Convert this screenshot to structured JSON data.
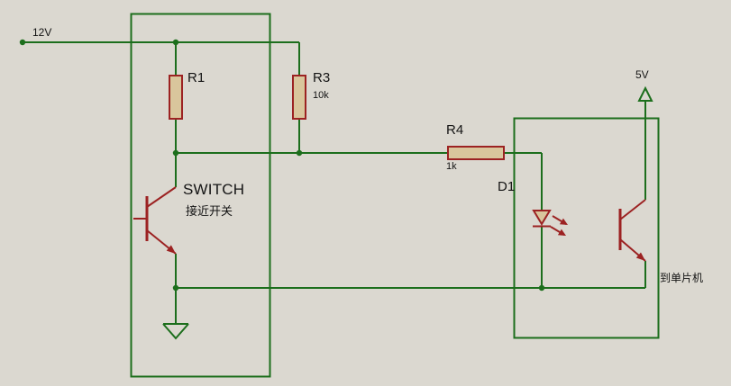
{
  "colors": {
    "bg": "#dbd8d0",
    "wire": "#1c6e1c",
    "component": "#9c2222",
    "resistor_fill": "#d9c69c",
    "text": "#141414"
  },
  "labels": {
    "supply_12v": "12V",
    "supply_5v": "5V",
    "r1_ref": "R1",
    "r3_ref": "R3",
    "r3_value": "10k",
    "r4_ref": "R4",
    "r4_value": "1k",
    "q1_label": "SWITCH",
    "q1_sublabel": "接近开关",
    "d1_ref": "D1",
    "to_mcu": "到单片机"
  }
}
